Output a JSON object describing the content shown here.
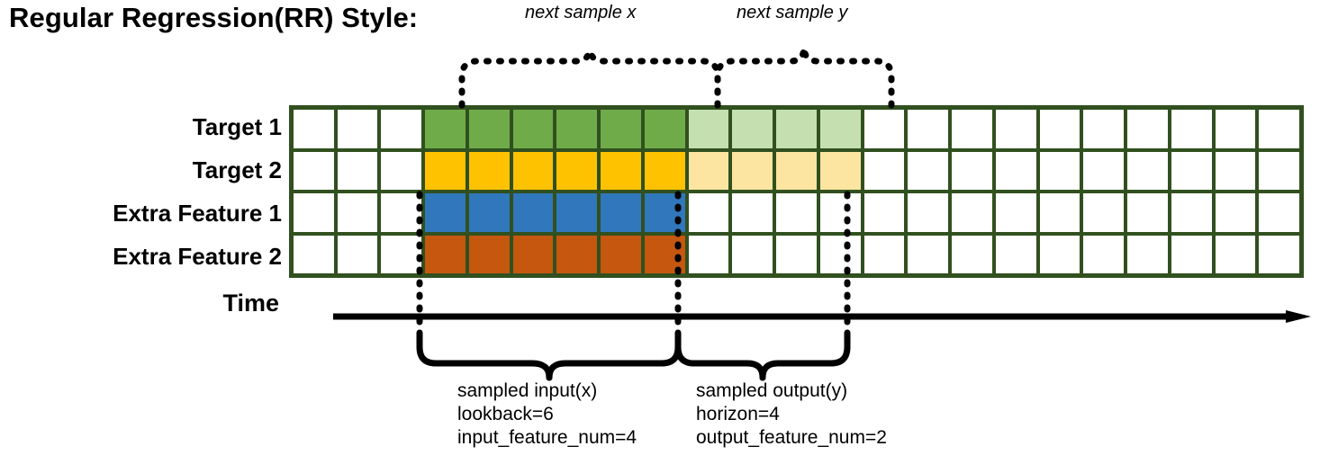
{
  "title": "Regular Regression(RR) Style:",
  "top_annotations": {
    "next_sample_x": "next sample x",
    "next_sample_y": "next sample y"
  },
  "row_labels": [
    "Target 1",
    "Target 2",
    "Extra Feature 1",
    "Extra Feature 2"
  ],
  "axis": {
    "time_label": "Time"
  },
  "bottom_annotations": {
    "input": {
      "line1": "sampled input(x)",
      "line2": "lookback=6",
      "line3": "input_feature_num=4"
    },
    "output": {
      "line1": "sampled output(y)",
      "line2": "horizon=4",
      "line3": "output_feature_num=2"
    }
  },
  "colors": {
    "grid_border": "#31501F",
    "empty": "#FFFFFF",
    "target1": "#6FAC49",
    "target1_light": "#C5DFB0",
    "target2": "#FFC200",
    "target2_light": "#FCE5A0",
    "extra1": "#3077BC",
    "extra2": "#C5570F",
    "axis": "#000000"
  },
  "chart_data": {
    "type": "heatmap",
    "title": "Regular Regression(RR) Style:",
    "columns": 23,
    "rows": 4,
    "row_labels": [
      "Target 1",
      "Target 2",
      "Extra Feature 1",
      "Extra Feature 2"
    ],
    "lookback": 6,
    "horizon": 4,
    "input_feature_num": 4,
    "output_feature_num": 2,
    "input_start_col": 4,
    "input_end_col": 9,
    "output_start_col": 10,
    "output_end_col": 13,
    "cell_fill": [
      [
        "empty",
        "empty",
        "empty",
        "target1",
        "target1",
        "target1",
        "target1",
        "target1",
        "target1",
        "target1_light",
        "target1_light",
        "target1_light",
        "target1_light",
        "empty",
        "empty",
        "empty",
        "empty",
        "empty",
        "empty",
        "empty",
        "empty",
        "empty",
        "empty"
      ],
      [
        "empty",
        "empty",
        "empty",
        "target2",
        "target2",
        "target2",
        "target2",
        "target2",
        "target2",
        "target2_light",
        "target2_light",
        "target2_light",
        "target2_light",
        "empty",
        "empty",
        "empty",
        "empty",
        "empty",
        "empty",
        "empty",
        "empty",
        "empty",
        "empty"
      ],
      [
        "empty",
        "empty",
        "empty",
        "extra1",
        "extra1",
        "extra1",
        "extra1",
        "extra1",
        "extra1",
        "empty",
        "empty",
        "empty",
        "empty",
        "empty",
        "empty",
        "empty",
        "empty",
        "empty",
        "empty",
        "empty",
        "empty",
        "empty",
        "empty"
      ],
      [
        "empty",
        "empty",
        "empty",
        "extra2",
        "extra2",
        "extra2",
        "extra2",
        "extra2",
        "extra2",
        "empty",
        "empty",
        "empty",
        "empty",
        "empty",
        "empty",
        "empty",
        "empty",
        "empty",
        "empty",
        "empty",
        "empty",
        "empty",
        "empty"
      ]
    ],
    "xlabel": "Time",
    "ylabel": "",
    "grid": true,
    "legend": "none"
  }
}
